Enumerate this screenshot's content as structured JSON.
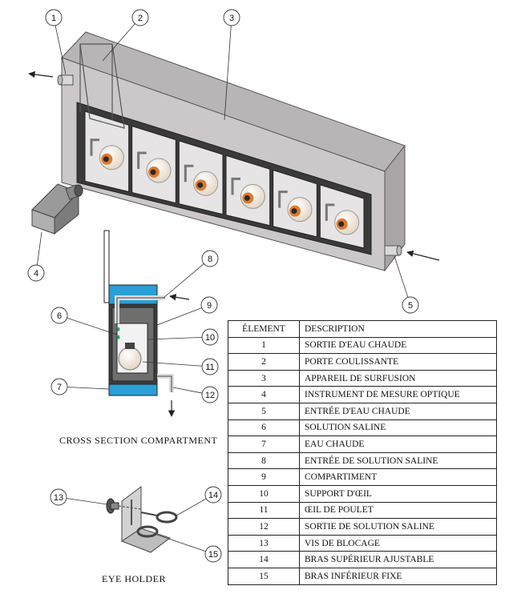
{
  "callouts": [
    "1",
    "2",
    "3",
    "4",
    "5",
    "6",
    "7",
    "8",
    "9",
    "10",
    "11",
    "12",
    "13",
    "14",
    "15"
  ],
  "captions": {
    "cross_section": "CROSS SECTION COMPARTMENT",
    "eye_holder": "EYE HOLDER"
  },
  "table": {
    "headers": [
      "ÉLEMENT",
      "DESCRIPTION"
    ],
    "rows": [
      [
        "1",
        "SORTIE D'EAU CHAUDE"
      ],
      [
        "2",
        "PORTE COULISSANTE"
      ],
      [
        "3",
        "APPAREIL DE SURFUSION"
      ],
      [
        "4",
        "INSTRUMENT DE MESURE OPTIQUE"
      ],
      [
        "5",
        "ENTRÉE D'EAU CHAUDE"
      ],
      [
        "6",
        "SOLUTION SALINE"
      ],
      [
        "7",
        "EAU CHAUDE"
      ],
      [
        "8",
        "ENTRÉE DE SOLUTION SALINE"
      ],
      [
        "9",
        "COMPARTIMENT"
      ],
      [
        "10",
        "SUPPORT D'ŒIL"
      ],
      [
        "11",
        "ŒIL DE POULET"
      ],
      [
        "12",
        "SORTIE DE SOLUTION SALINE"
      ],
      [
        "13",
        "VIS DE BLOCAGE"
      ],
      [
        "14",
        "BRAS SUPÉRIEUR AJUSTABLE"
      ],
      [
        "15",
        "BRAS INFÉRIEUR FIXE"
      ]
    ]
  },
  "colors": {
    "housing": "#c8c4c6",
    "housing_top": "#b9b5b7",
    "housing_side": "#a9a5a7",
    "water": "#2b9fd6",
    "saline_drop": "#1fa35a",
    "eye": "#f1e6d8",
    "eye_ring": "#e0782c",
    "pupil": "#2a2a2a"
  }
}
